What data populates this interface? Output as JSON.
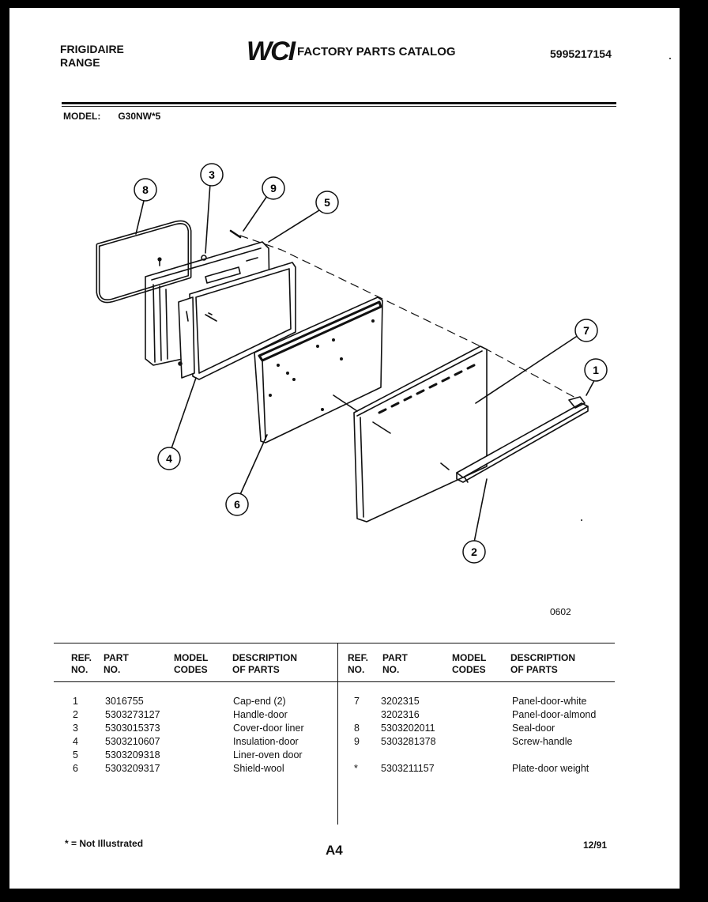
{
  "header": {
    "brand": "FRIGIDAIRE",
    "product": "RANGE",
    "logo": "WCI",
    "catalog_title": "FACTORY PARTS CATALOG",
    "catalog_number": "5995217154"
  },
  "model": {
    "label": "MODEL:",
    "value": "G30NW*5"
  },
  "figure_code": "0602",
  "callouts": [
    "1",
    "2",
    "3",
    "4",
    "5",
    "6",
    "7",
    "8",
    "9"
  ],
  "table": {
    "headers": {
      "ref_no": [
        "REF.",
        "NO."
      ],
      "part_no": [
        "PART",
        "NO."
      ],
      "model_codes": [
        "MODEL",
        "CODES"
      ],
      "description": [
        "DESCRIPTION",
        "OF PARTS"
      ]
    },
    "left_rows": [
      {
        "ref": "1",
        "part": "3016755",
        "desc": "Cap-end (2)"
      },
      {
        "ref": "2",
        "part": "5303273127",
        "desc": "Handle-door"
      },
      {
        "ref": "3",
        "part": "5303015373",
        "desc": "Cover-door liner"
      },
      {
        "ref": "4",
        "part": "5303210607",
        "desc": "Insulation-door"
      },
      {
        "ref": "5",
        "part": "5303209318",
        "desc": "Liner-oven door"
      },
      {
        "ref": "6",
        "part": "5303209317",
        "desc": "Shield-wool"
      }
    ],
    "right_rows": [
      {
        "ref": "7",
        "part": "3202315",
        "desc": "Panel-door-white"
      },
      {
        "ref": "",
        "part": "3202316",
        "desc": "Panel-door-almond"
      },
      {
        "ref": "8",
        "part": "5303202011",
        "desc": "Seal-door"
      },
      {
        "ref": "9",
        "part": "5303281378",
        "desc": "Screw-handle"
      },
      {
        "ref": "*",
        "part": "5303211157",
        "desc": "Plate-door weight"
      }
    ]
  },
  "footer": {
    "note": "* = Not Illustrated",
    "page": "A4",
    "date": "12/91"
  }
}
